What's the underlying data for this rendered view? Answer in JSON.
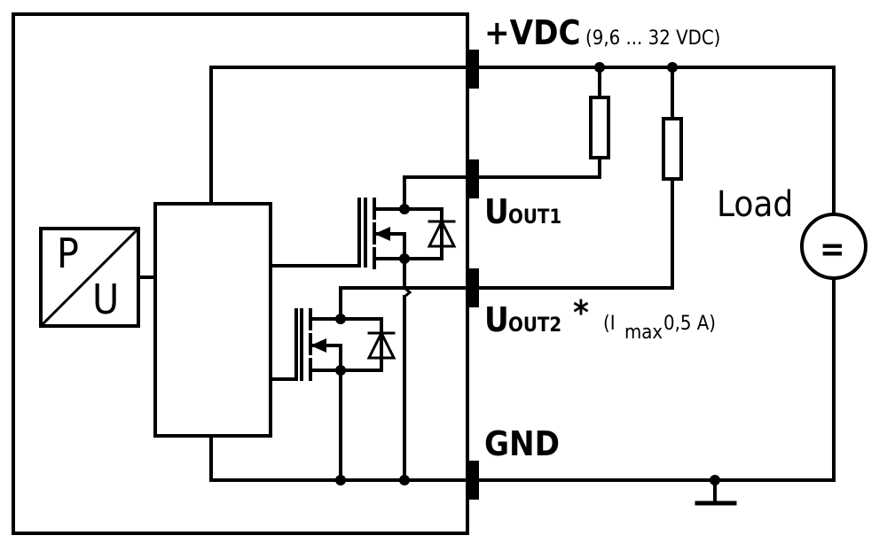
{
  "diagram": {
    "pu_block": {
      "p": "P",
      "u": "U"
    },
    "vdc": {
      "label": "+VDC",
      "range": "(9,6 ... 32 VDC)"
    },
    "out1": {
      "u": "U",
      "sub": "OUT1"
    },
    "out2": {
      "u": "U",
      "sub": "OUT2",
      "star": "*",
      "note_open": "(I",
      "note_sub": "max",
      "note_rest": " 0,5 A)"
    },
    "load": "Load",
    "gnd": "GND",
    "load_symbol": "="
  }
}
